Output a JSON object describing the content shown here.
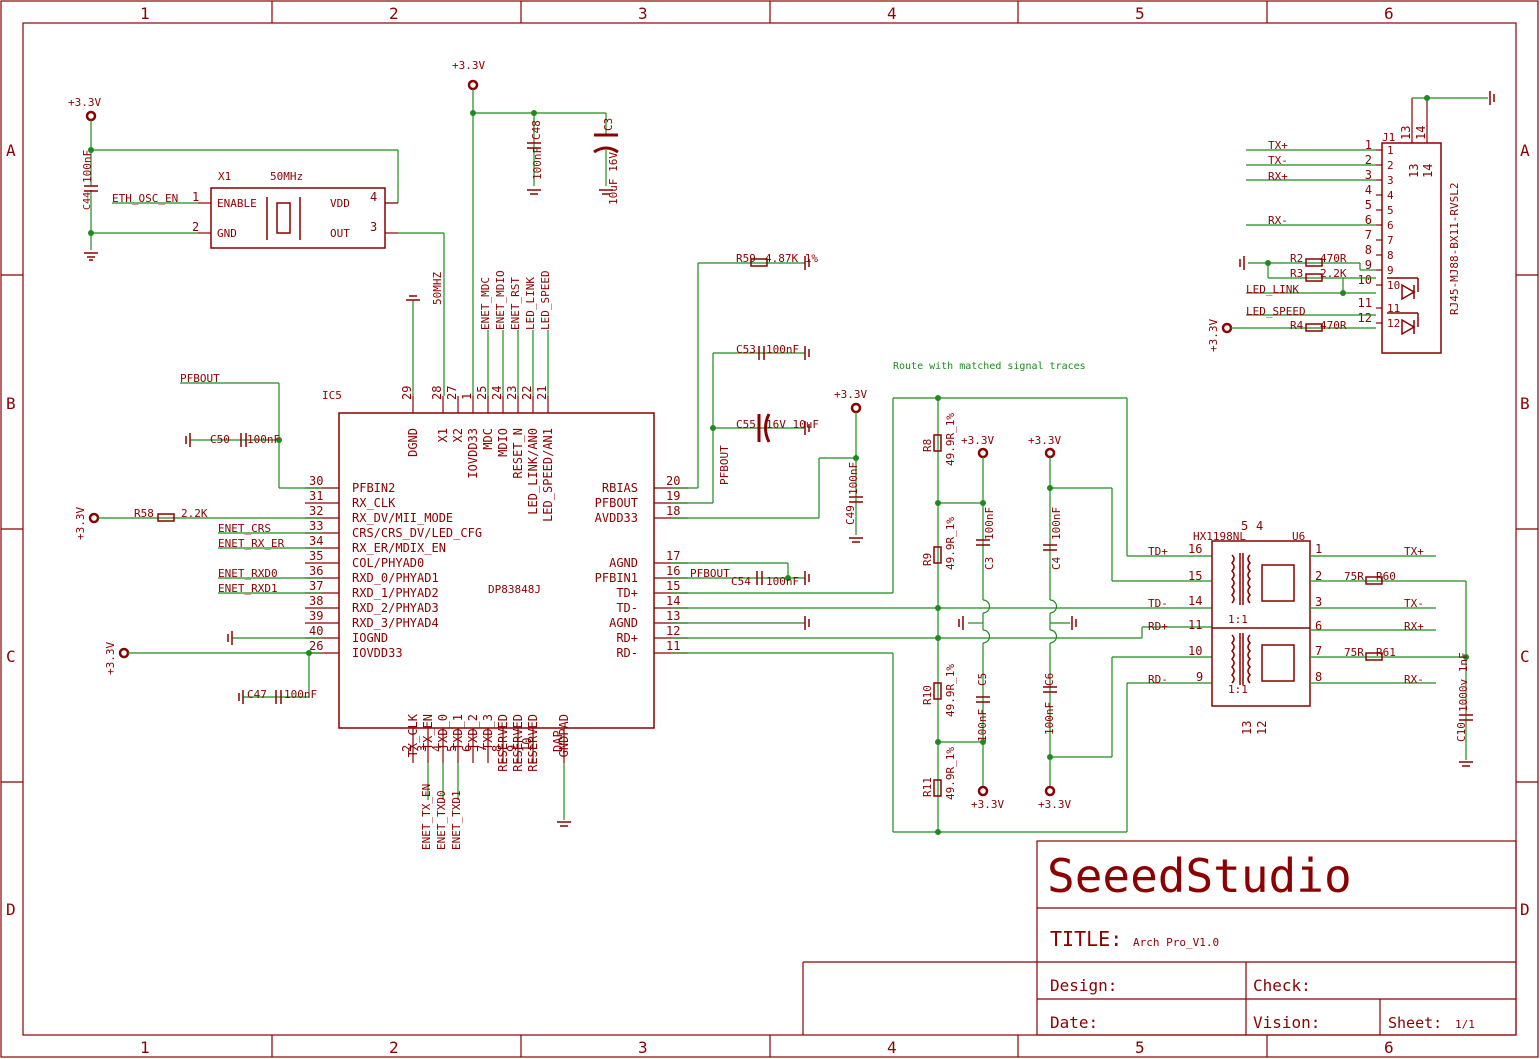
{
  "frame": {
    "columns": [
      "1",
      "2",
      "3",
      "4",
      "5",
      "6"
    ],
    "rows": [
      "A",
      "B",
      "C",
      "D"
    ]
  },
  "title_block": {
    "company": "SeeedStudio",
    "title_label": "TITLE:",
    "title_value": "Arch Pro_V1.0",
    "design_label": "Design:",
    "check_label": "Check:",
    "date_label": "Date:",
    "vision_label": "Vision:",
    "sheet_label": "Sheet:",
    "sheet_value": "1/1"
  },
  "notes": {
    "route_note": "Route with matched signal traces"
  },
  "power": {
    "v33": "+3.3V"
  },
  "oscillator": {
    "ref": "X1",
    "value": "50MHz",
    "pin_enable": "ENABLE",
    "pin_gnd": "GND",
    "pin_vdd": "VDD",
    "pin_out": "OUT",
    "n1": "1",
    "n2": "2",
    "n3": "3",
    "n4": "4",
    "net_en": "ETH_OSC_EN",
    "cap_ref": "C44",
    "cap_val": "100nF"
  },
  "decoupling_top": {
    "c48_ref": "C48",
    "c48_val": "100nF",
    "c3_ref": "C3",
    "c3_val": "10uF 16V"
  },
  "phy": {
    "ref": "IC5",
    "part": "DP83848J",
    "left_pins": [
      {
        "num": "30",
        "name": "PFBIN2"
      },
      {
        "num": "31",
        "name": "RX_CLK"
      },
      {
        "num": "32",
        "name": "RX_DV/MII_MODE"
      },
      {
        "num": "33",
        "name": "CRS/CRS_DV/LED_CFG"
      },
      {
        "num": "34",
        "name": "RX_ER/MDIX_EN"
      },
      {
        "num": "35",
        "name": "COL/PHYAD0"
      },
      {
        "num": "36",
        "name": "RXD_0/PHYAD1"
      },
      {
        "num": "37",
        "name": "RXD_1/PHYAD2"
      },
      {
        "num": "38",
        "name": "RXD_2/PHYAD3"
      },
      {
        "num": "39",
        "name": "RXD_3/PHYAD4"
      },
      {
        "num": "40",
        "name": "IOGND"
      },
      {
        "num": "26",
        "name": "IOVDD33"
      }
    ],
    "right_pins": [
      {
        "num": "20",
        "name": "RBIAS"
      },
      {
        "num": "19",
        "name": "PFBOUT"
      },
      {
        "num": "18",
        "name": "AVDD33"
      },
      {
        "num": "17",
        "name": "AGND"
      },
      {
        "num": "16",
        "name": "PFBIN1"
      },
      {
        "num": "15",
        "name": "TD+"
      },
      {
        "num": "14",
        "name": "TD-"
      },
      {
        "num": "13",
        "name": "AGND"
      },
      {
        "num": "12",
        "name": "RD+"
      },
      {
        "num": "11",
        "name": "RD-"
      }
    ],
    "top_pins": [
      {
        "num": "29",
        "name": "DGND"
      },
      {
        "num": "28",
        "name": "X1"
      },
      {
        "num": "27",
        "name": "X2"
      },
      {
        "num": "1",
        "name": "IOVDD33"
      },
      {
        "num": "25",
        "name": "MDC"
      },
      {
        "num": "24",
        "name": "MDIO"
      },
      {
        "num": "23",
        "name": "RESET_N"
      },
      {
        "num": "22",
        "name": "LED_LINK/AN0"
      },
      {
        "num": "21",
        "name": "LED_SPEED/AN1"
      }
    ],
    "bottom_pins": [
      {
        "num": "2",
        "name": "TX_CLK"
      },
      {
        "num": "3",
        "name": "TX_EN"
      },
      {
        "num": "4",
        "name": "TXD_0"
      },
      {
        "num": "5",
        "name": "TXD_1"
      },
      {
        "num": "6",
        "name": "TXD_2"
      },
      {
        "num": "7",
        "name": "TXD_3"
      },
      {
        "num": "8",
        "name": "RESERVED"
      },
      {
        "num": "9",
        "name": "RESERVED"
      },
      {
        "num": "10",
        "name": "RESERVED"
      },
      {
        "num": "DAP",
        "name": "GNDPAD"
      }
    ],
    "top_nets": [
      "50MHZ",
      "ENET_MDC",
      "ENET_MDIO",
      "ENET_RST",
      "LED_LINK",
      "LED_SPEED"
    ],
    "left_nets": {
      "pfbout": "PFBOUT",
      "crs": "ENET_CRS",
      "rx_er": "ENET_RX_ER",
      "rxd0": "ENET_RXD0",
      "rxd1": "ENET_RXD1"
    },
    "bottom_nets": [
      "ENET_TX_EN",
      "ENET_TXD0",
      "ENET_TXD1"
    ]
  },
  "passives": {
    "c50": "C50",
    "c50_val": "100nF",
    "r58": "R58",
    "r58_val": "2.2K",
    "c47": "C47",
    "c47_val": "100nF",
    "r59": "R59",
    "r59_val": "4.87K 1%",
    "c53": "C53",
    "c53_val": "100nF",
    "c55": "C55",
    "c55_val": "16V 10uF",
    "c49": "C49",
    "c49_val": "100nF",
    "c54": "C54",
    "c54_val": "100nF",
    "pfbout_net": "PFBOUT",
    "r8": "R8",
    "r9": "R9",
    "r10": "R10",
    "r11": "R11",
    "rterm_val": "49.9R_1%",
    "c3b": "C3",
    "c4": "C4",
    "c5": "C5",
    "c6": "C6",
    "cterm_val": "100nF"
  },
  "magnetics": {
    "ref": "U6",
    "part": "HX1198NL",
    "ratio": "1:1",
    "left_nets": [
      "TD+",
      "TD-",
      "RD+",
      "RD-"
    ],
    "left_pin_nums": [
      "16",
      "15",
      "14",
      "11",
      "10",
      "9"
    ],
    "right_pin_nums": [
      "1",
      "2",
      "3",
      "6",
      "7",
      "8"
    ],
    "top_pins": [
      "5",
      "4"
    ],
    "bottom_pins": [
      "13",
      "12"
    ],
    "right_nets": [
      "TX+",
      "TX-",
      "RX+",
      "RX-"
    ],
    "r60": "R60",
    "r61": "R61",
    "rterm": "75R",
    "c10": "C10",
    "c10_val": "1000v 1nF"
  },
  "connector": {
    "ref": "J1",
    "part": "RJ45-MJ88-BX11-RVSL2",
    "pins": [
      "1",
      "2",
      "3",
      "4",
      "5",
      "6",
      "7",
      "8",
      "9",
      "10",
      "11",
      "12"
    ],
    "top_pins": [
      "13",
      "14"
    ],
    "nets": {
      "p1": "TX+",
      "p2": "TX-",
      "p3": "RX+",
      "p6": "RX-"
    },
    "led_link": "LED_LINK",
    "led_speed": "LED_SPEED",
    "r2": "R2",
    "r2_val": "470R",
    "r3": "R3",
    "r3_val": "2.2K",
    "r4": "R4",
    "r4_val": "470R",
    "shield": "13 14"
  }
}
